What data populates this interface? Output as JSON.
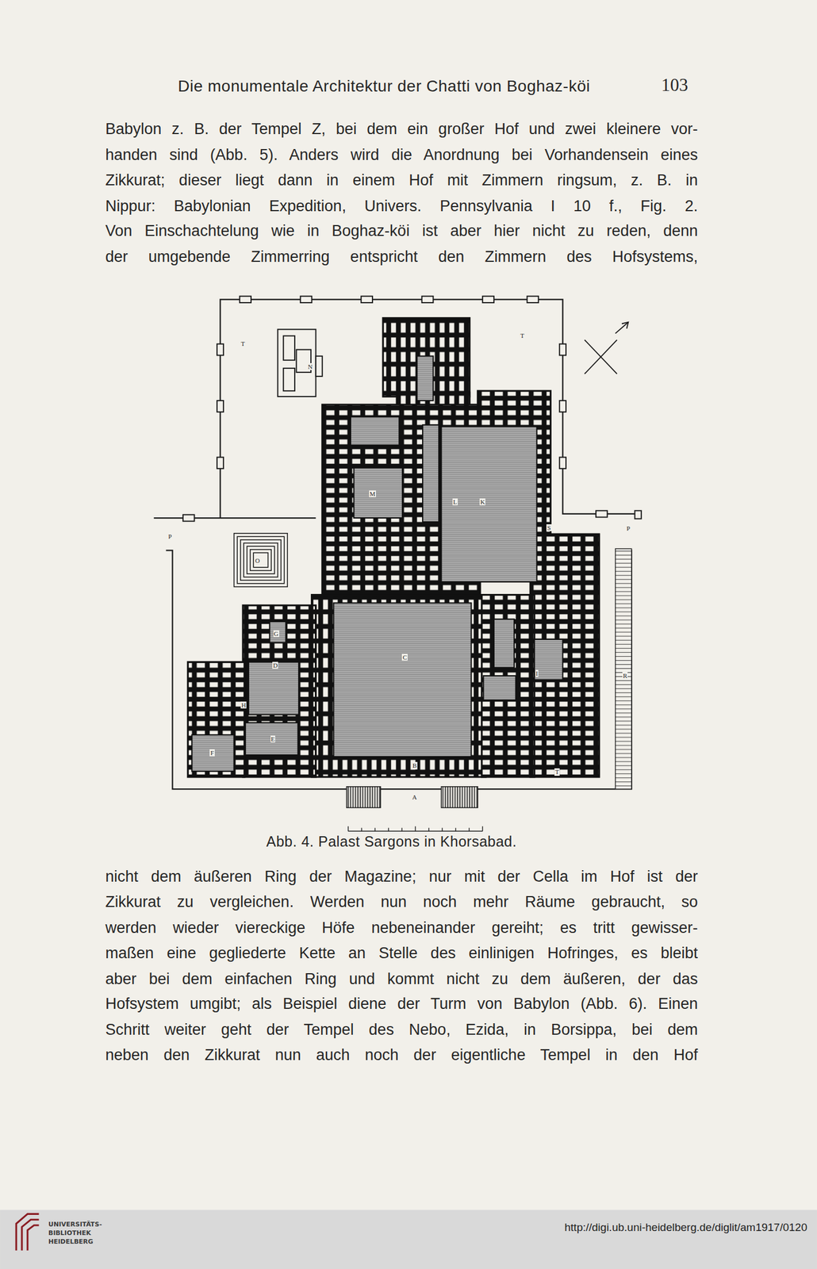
{
  "diagram": {
    "caption": "Abb. 4. Palast Sargons in Khorsabad.",
    "labels": [
      "Die monumentale Architektur der Chatti von Boghaz-köi",
      "103",
      "Babylon z. B. der Tempel Z, bei dem ein großer Hof und zwei kleinere vor-",
      "handen sind (Abb. 5). Anders wird die Anordnung bei Vorhandensein eines",
      "Zikkurat; dieser liegt dann in einem Hof mit Zimmern ringsum, z. B. in",
      "Nippur: Babylonian Expedition, Univers. Pennsylvania I 10 f., Fig. 2.",
      "Von Einschachtelung wie in Boghaz-köi ist aber hier nicht zu reden, denn",
      "der umgebende Zimmerring entspricht den Zimmern des Hofsystems,",
      "T",
      "N",
      "T",
      "M",
      "L",
      "K",
      "S",
      "P",
      "P",
      "O",
      "G",
      "D",
      "C",
      "H",
      "I",
      "R",
      "E",
      "F",
      "B",
      "T",
      "A",
      "nicht dem äußeren Ring der Magazine; nur mit der Cella im Hof ist der",
      "Zikkurat zu vergleichen. Werden nun noch mehr Räume gebraucht, so",
      "werden wieder viereckige Höfe nebeneinander gereiht; es tritt gewisser-",
      "maßen eine gegliederte Kette an Stelle des einlinigen Hofringes, es bleibt",
      "aber bei dem einfachen Ring und kommt nicht zu dem äußeren, der das",
      "Hofsystem umgibt; als Beispiel diene der Turm von Babylon (Abb. 6). Einen",
      "Schritt weiter geht der Tempel des Nebo, Ezida, in Borsippa, bei dem",
      "neben den Zikkurat nun auch noch der eigentliche Tempel in den Hof",
      "UNIVERSITÄTS-",
      "BIBLIOTHEK",
      "HEIDELBERG",
      "http://digi.ub.uni-heidelberg.de/diglit/am1917/0120"
    ]
  }
}
